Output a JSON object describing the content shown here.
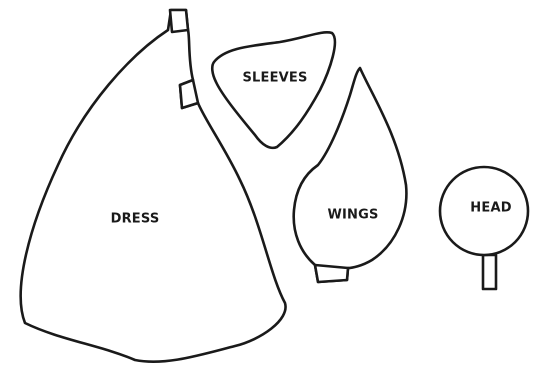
{
  "pieces": {
    "dress": {
      "label": "DRESS"
    },
    "sleeves": {
      "label": "SLEEVES"
    },
    "wings": {
      "label": "WINGS"
    },
    "head": {
      "label": "HEAD"
    }
  },
  "colors": {
    "outline": "#1a1a1a",
    "fill": "#ffffff",
    "background": "#ffffff"
  }
}
